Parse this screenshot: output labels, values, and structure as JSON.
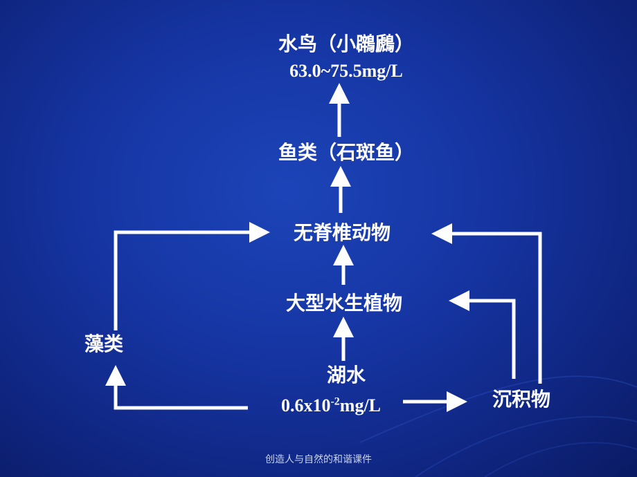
{
  "nodes": {
    "waterbird": {
      "label": "水鸟（小鸊鷉）",
      "value": "63.0~75.5mg/L"
    },
    "fish": {
      "label": "鱼类（石斑鱼）"
    },
    "invertebrates": {
      "label": "无脊椎动物"
    },
    "macrophytes": {
      "label": "大型水生植物"
    },
    "lake_water": {
      "label": "湖水",
      "value_base": "0.6x10",
      "value_exp": "-2",
      "value_unit": "mg/L"
    },
    "algae": {
      "label": "藻类"
    },
    "sediment": {
      "label": "沉积物"
    }
  },
  "footer": "创造人与自然的和谐课件",
  "colors": {
    "background": "#1635a3",
    "arrow": "#ffffff",
    "text": "#ffffff"
  }
}
